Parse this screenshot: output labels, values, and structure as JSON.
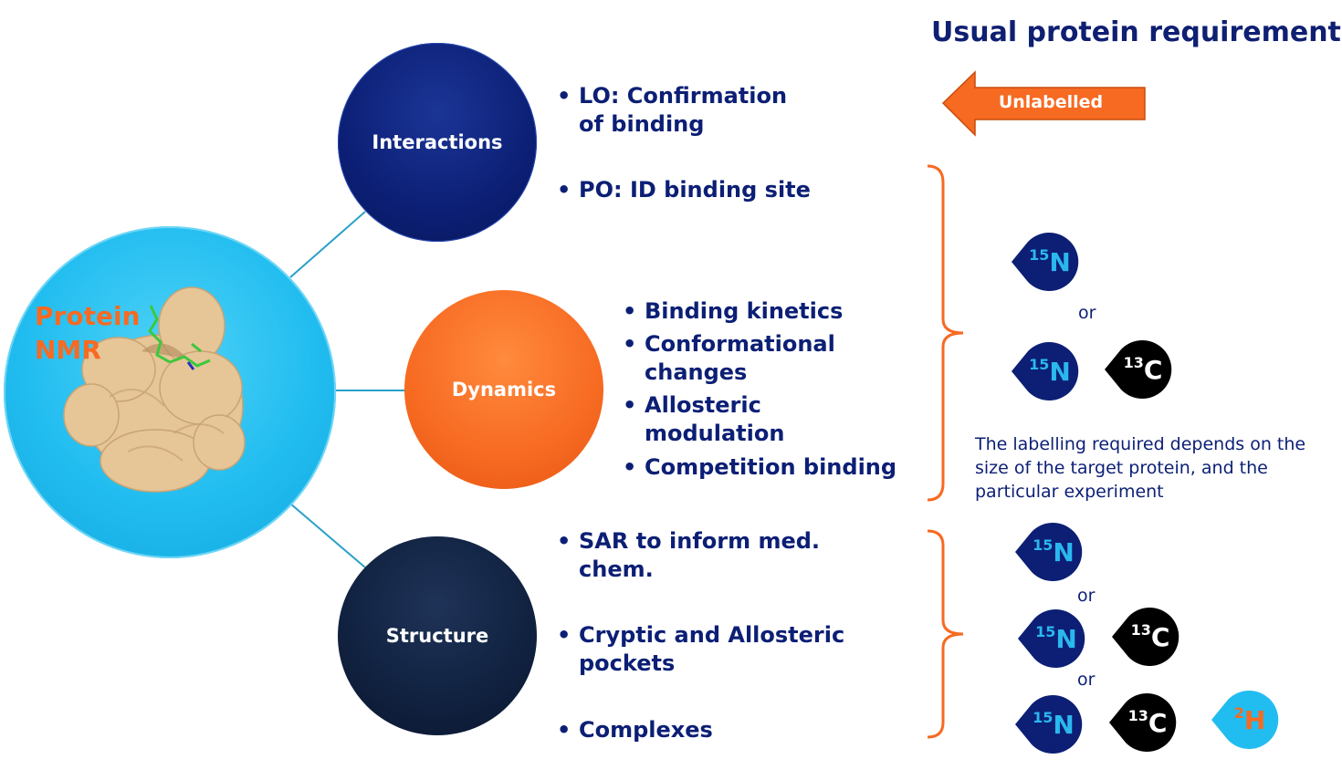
{
  "header": {
    "title": "Usual protein requirements"
  },
  "hub": {
    "label_line1": "Protein",
    "label_line2": "NMR",
    "protein_icon": "protein-surface-icon"
  },
  "categories": {
    "interactions": {
      "label": "Interactions",
      "color": "#0c1f75"
    },
    "dynamics": {
      "label": "Dynamics",
      "color": "#f76a22"
    },
    "structure": {
      "label": "Structure",
      "color": "#10213f"
    }
  },
  "bullets": {
    "interactions": [
      {
        "line1": "LO: Confirmation",
        "line2": "of binding"
      },
      {
        "line1": "PO: ID binding site"
      }
    ],
    "dynamics": [
      {
        "line1": "Binding kinetics"
      },
      {
        "line1": "Conformational",
        "line2": "changes"
      },
      {
        "line1": "Allosteric",
        "line2": "modulation"
      },
      {
        "line1": "Competition binding"
      }
    ],
    "structure": [
      {
        "line1": "SAR to inform med.",
        "line2": "chem."
      },
      {
        "line1": "Cryptic and Allosteric",
        "line2": "pockets"
      },
      {
        "line1": "Complexes"
      }
    ]
  },
  "requirements": {
    "unlabelled": "Unlabelled",
    "or": "or",
    "note": "The labelling required depends on the size of the target protein, and the particular experiment",
    "isotopes": {
      "n15": {
        "mass": "15",
        "element": "N",
        "color": "#0c1f75",
        "text_color": "#2ab8ee"
      },
      "c13": {
        "mass": "13",
        "element": "C",
        "color": "#000000",
        "text_color": "#ffffff"
      },
      "h2": {
        "mass": "2",
        "element": "H",
        "color": "#22bdf0",
        "text_color": "#f76a22"
      }
    }
  },
  "colors": {
    "navy": "#0c1f75",
    "orange": "#f76a22",
    "cyan": "#22bdf0"
  }
}
